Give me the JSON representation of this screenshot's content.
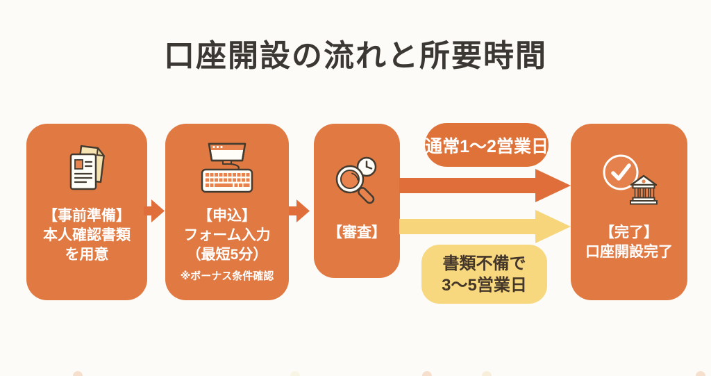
{
  "title": "口座開設の流れと所要時間",
  "steps": [
    {
      "name": "preparation",
      "icon": "documents-icon",
      "lines": [
        "【事前準備】",
        "本人確認書類",
        "を用意"
      ]
    },
    {
      "name": "application",
      "icon": "computer-keyboard-icon",
      "lines": [
        "【申込】",
        "フォーム入力",
        "（最短5分）"
      ],
      "note": "※ボーナス条件確認"
    },
    {
      "name": "review",
      "icon": "magnifier-clock-icon",
      "lines": [
        "【審査】"
      ]
    },
    {
      "name": "completion",
      "icon": "check-bank-icon",
      "lines": [
        "【完了】",
        "口座開設完了"
      ]
    }
  ],
  "arrow_labels": {
    "normal": "通常1〜2営業日",
    "delayed": [
      "書類不備で",
      "3〜5営業日"
    ]
  },
  "colors": {
    "background": "#FCFBF7",
    "box_orange": "#E07A42",
    "arrow_orange": "#DF6E3A",
    "label_orange": "#DF7239",
    "accent_yellow": "#F7D67B",
    "label_yellow": "#F8D87E",
    "title_text": "#3B3733",
    "delay_label_text": "#44372A",
    "icon_outline": "#433A30",
    "icon_orange": "#E8834D",
    "icon_cream": "#F6E3B2"
  }
}
